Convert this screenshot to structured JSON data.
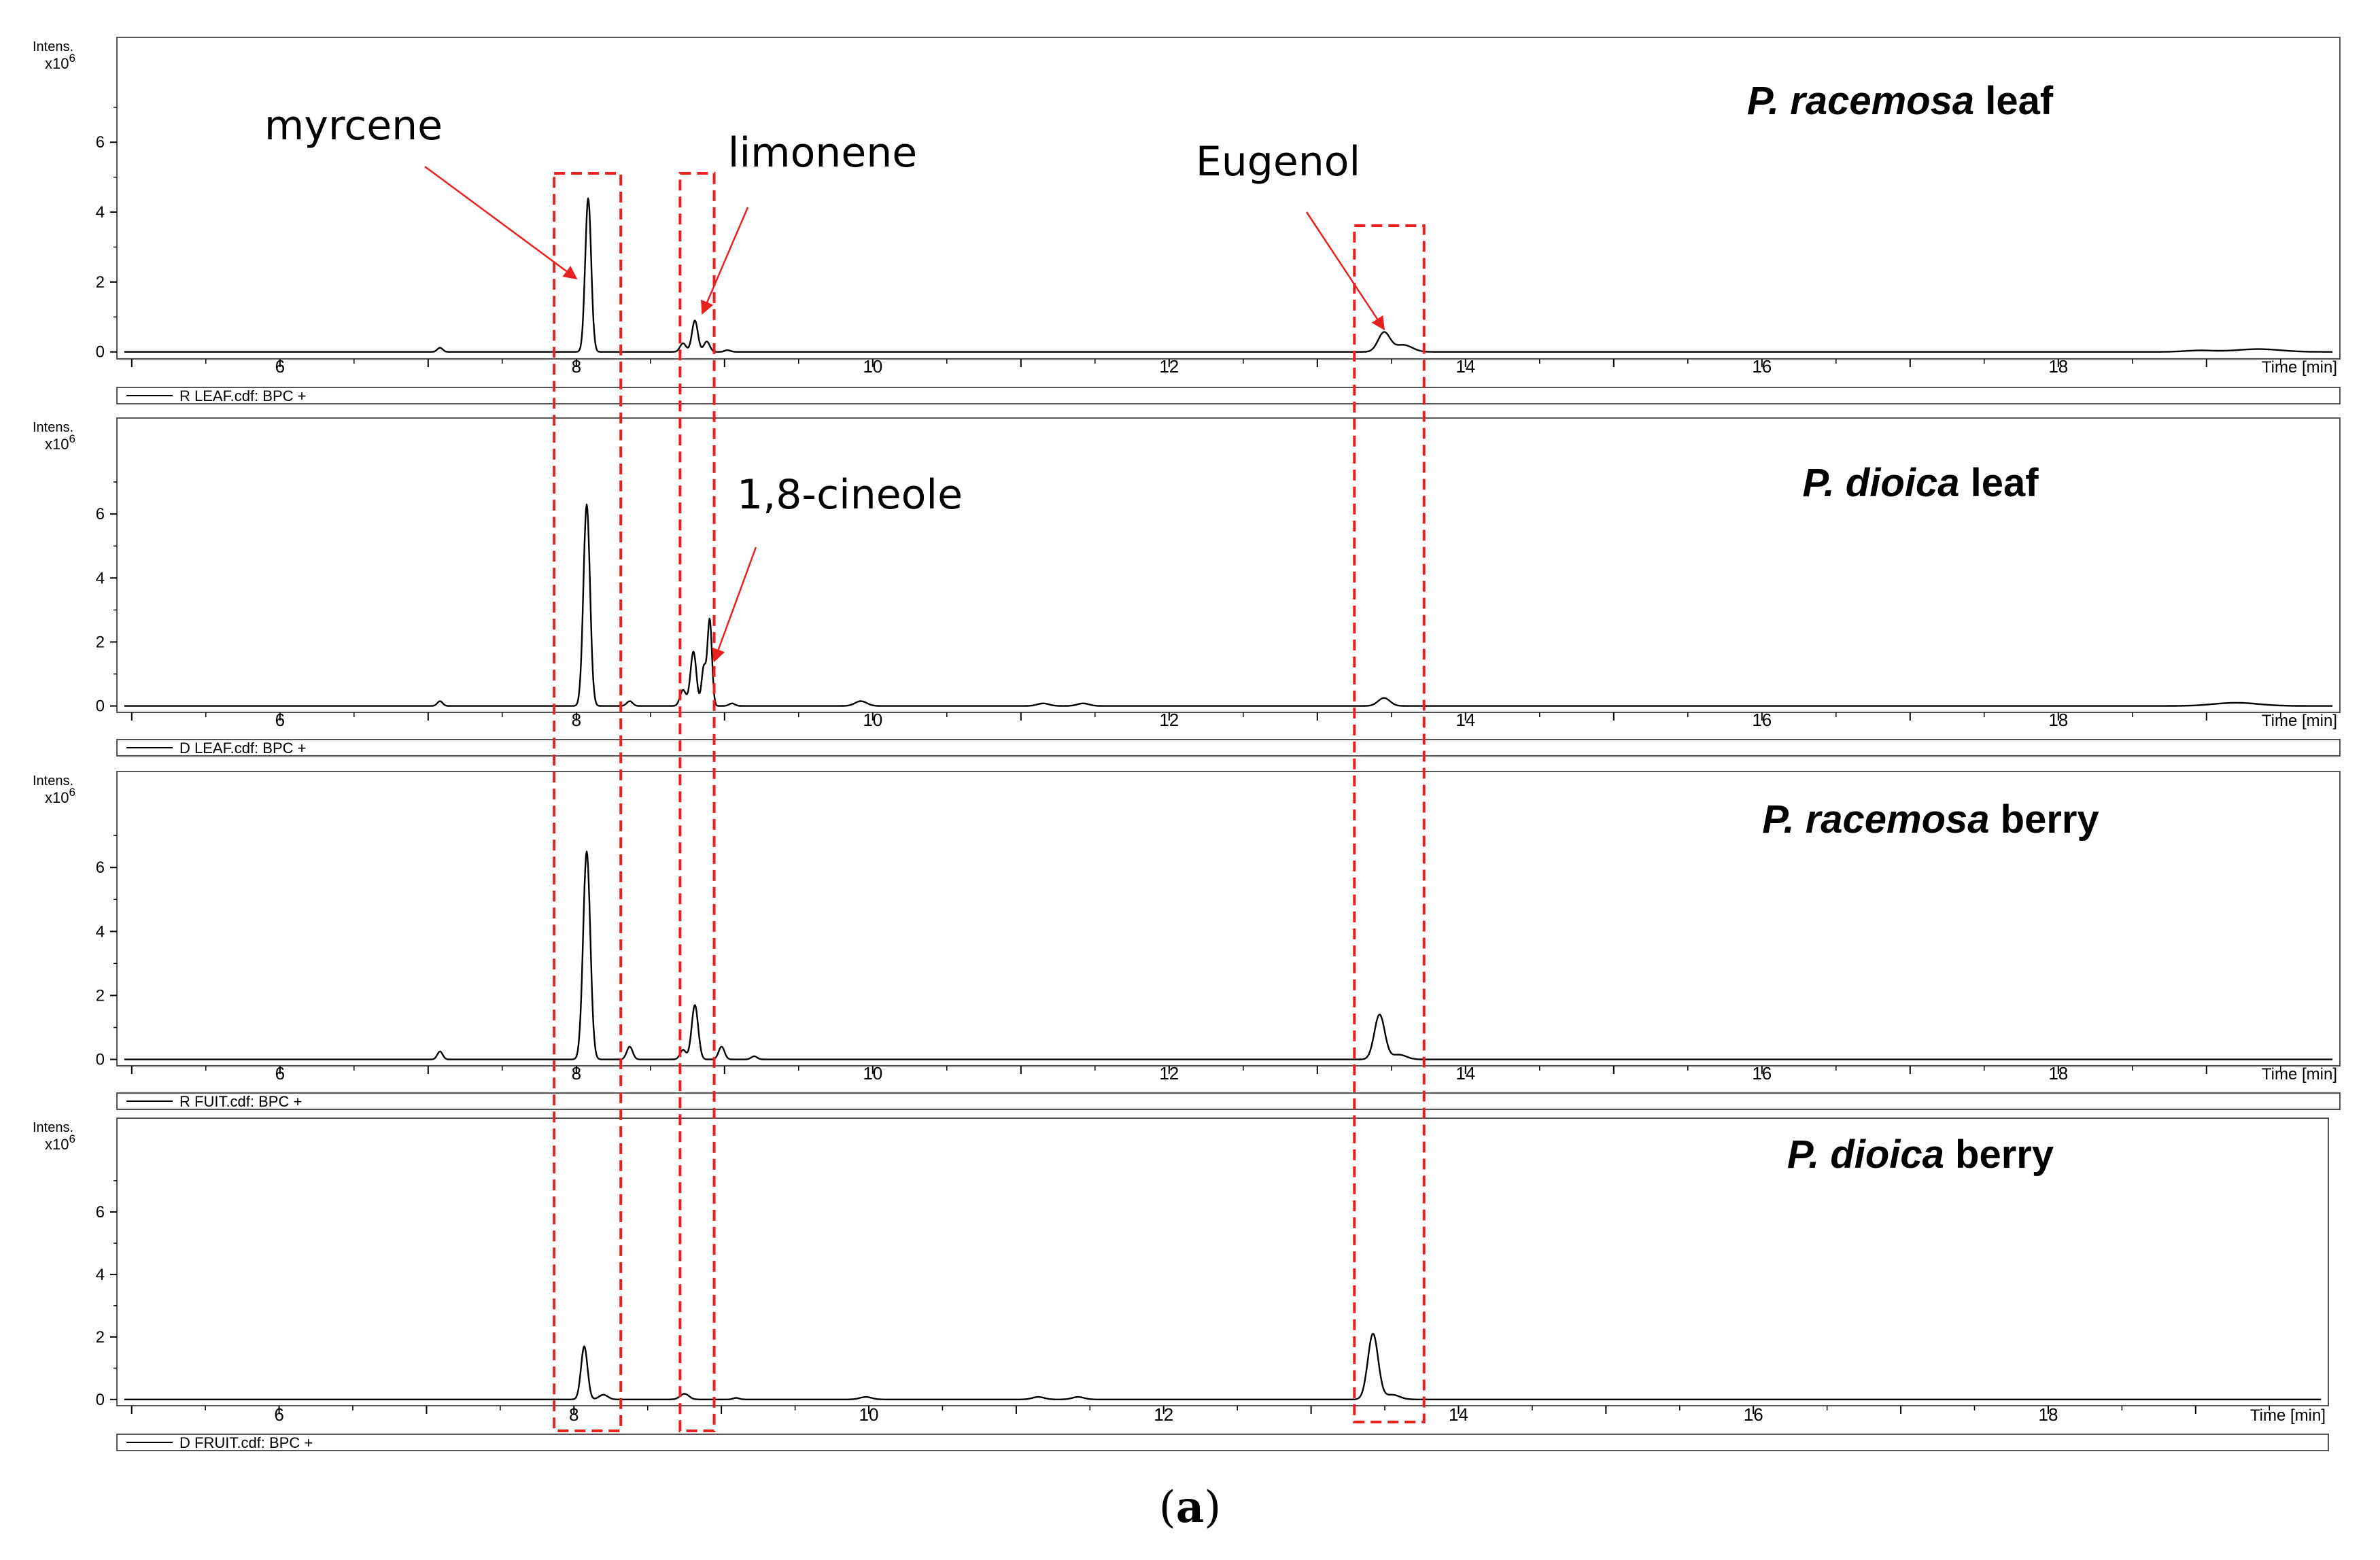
{
  "figure": {
    "caption_open": "(",
    "caption_letter": "a",
    "caption_close": ")"
  },
  "colors": {
    "trace": "#000000",
    "frame": "#555555",
    "annotation": "#e8201f"
  },
  "shared_axes": {
    "ylabel_line1": "Intens.",
    "ylabel_base": "x10",
    "ylabel_exp": "6",
    "xlabel": "Time [min]",
    "xlim": [
      4.9,
      19.9
    ],
    "ylim": [
      -0.2,
      9.0
    ],
    "xticks": [
      6,
      8,
      10,
      12,
      14,
      16,
      18
    ],
    "yticks": [
      0,
      2,
      4,
      6
    ]
  },
  "highlight_regions": [
    {
      "x_range": [
        7.85,
        8.3
      ],
      "label": "myrcene"
    },
    {
      "x_range": [
        8.7,
        8.93
      ],
      "label": "limonene"
    },
    {
      "x_range": [
        13.25,
        13.72
      ],
      "label": "Eugenol"
    }
  ],
  "chart_data": [
    {
      "type": "line",
      "title_italic": "P. racemosa",
      "title_normal": " leaf",
      "legend": "R LEAF.cdf: BPC +",
      "xlabel": "Time [min]",
      "ylabel": "Intens. x10^6",
      "xlim": [
        4.9,
        19.9
      ],
      "ylim": [
        -0.2,
        9.0
      ],
      "peaks": [
        {
          "x": 7.08,
          "y": 0.12,
          "w": 0.018
        },
        {
          "x": 8.08,
          "y": 4.4,
          "w": 0.02
        },
        {
          "x": 8.72,
          "y": 0.25,
          "w": 0.02
        },
        {
          "x": 8.8,
          "y": 0.9,
          "w": 0.02
        },
        {
          "x": 8.88,
          "y": 0.3,
          "w": 0.02
        },
        {
          "x": 9.02,
          "y": 0.05,
          "w": 0.02
        },
        {
          "x": 13.45,
          "y": 0.55,
          "w": 0.04
        },
        {
          "x": 13.58,
          "y": 0.2,
          "w": 0.06
        },
        {
          "x": 18.95,
          "y": 0.04,
          "w": 0.1
        },
        {
          "x": 19.35,
          "y": 0.08,
          "w": 0.15
        }
      ],
      "annotations": [
        {
          "text": "myrcene",
          "x": 8.0,
          "y": 2.1
        },
        {
          "text": "limonene",
          "x": 8.85,
          "y": 1.1
        },
        {
          "text": "Eugenol",
          "x": 13.45,
          "y": 0.65
        }
      ]
    },
    {
      "type": "line",
      "title_italic": "P. dioica",
      "title_normal": " leaf",
      "legend": "D LEAF.cdf: BPC +",
      "xlabel": "Time [min]",
      "ylabel": "Intens. x10^6",
      "xlim": [
        4.9,
        19.9
      ],
      "ylim": [
        -0.2,
        9.0
      ],
      "peaks": [
        {
          "x": 7.08,
          "y": 0.15,
          "w": 0.018
        },
        {
          "x": 8.07,
          "y": 6.3,
          "w": 0.022
        },
        {
          "x": 8.36,
          "y": 0.15,
          "w": 0.02
        },
        {
          "x": 8.72,
          "y": 0.5,
          "w": 0.02
        },
        {
          "x": 8.79,
          "y": 1.7,
          "w": 0.02
        },
        {
          "x": 8.86,
          "y": 1.2,
          "w": 0.015
        },
        {
          "x": 8.9,
          "y": 2.7,
          "w": 0.015
        },
        {
          "x": 9.05,
          "y": 0.08,
          "w": 0.02
        },
        {
          "x": 9.92,
          "y": 0.15,
          "w": 0.04
        },
        {
          "x": 11.15,
          "y": 0.08,
          "w": 0.04
        },
        {
          "x": 11.42,
          "y": 0.08,
          "w": 0.04
        },
        {
          "x": 13.45,
          "y": 0.25,
          "w": 0.04
        },
        {
          "x": 19.2,
          "y": 0.1,
          "w": 0.15
        }
      ],
      "annotations": [
        {
          "text": "1,8-cineole",
          "x": 8.93,
          "y": 1.4
        }
      ]
    },
    {
      "type": "line",
      "title_italic": "P. racemosa",
      "title_normal": " berry",
      "legend": "R FUIT.cdf: BPC +",
      "xlabel": "Time [min]",
      "ylabel": "Intens. x10^6",
      "xlim": [
        4.9,
        19.9
      ],
      "ylim": [
        -0.2,
        9.0
      ],
      "peaks": [
        {
          "x": 7.08,
          "y": 0.25,
          "w": 0.018
        },
        {
          "x": 8.07,
          "y": 6.5,
          "w": 0.024
        },
        {
          "x": 8.36,
          "y": 0.4,
          "w": 0.02
        },
        {
          "x": 8.72,
          "y": 0.3,
          "w": 0.02
        },
        {
          "x": 8.8,
          "y": 1.7,
          "w": 0.022
        },
        {
          "x": 8.98,
          "y": 0.4,
          "w": 0.02
        },
        {
          "x": 9.2,
          "y": 0.1,
          "w": 0.02
        },
        {
          "x": 13.42,
          "y": 1.4,
          "w": 0.035
        },
        {
          "x": 13.55,
          "y": 0.15,
          "w": 0.05
        }
      ],
      "annotations": []
    },
    {
      "type": "line",
      "title_italic": "P. dioica",
      "title_normal": " berry",
      "legend": "D FRUIT.cdf: BPC +",
      "xlabel": "Time [min]",
      "ylabel": "Intens. x10^6",
      "xlim": [
        4.9,
        19.9
      ],
      "ylim": [
        -0.2,
        9.0
      ],
      "peaks": [
        {
          "x": 8.07,
          "y": 1.7,
          "w": 0.022
        },
        {
          "x": 8.2,
          "y": 0.15,
          "w": 0.03
        },
        {
          "x": 8.75,
          "y": 0.18,
          "w": 0.03
        },
        {
          "x": 9.1,
          "y": 0.05,
          "w": 0.02
        },
        {
          "x": 9.98,
          "y": 0.08,
          "w": 0.04
        },
        {
          "x": 11.15,
          "y": 0.08,
          "w": 0.04
        },
        {
          "x": 11.42,
          "y": 0.08,
          "w": 0.04
        },
        {
          "x": 13.42,
          "y": 2.1,
          "w": 0.035
        },
        {
          "x": 13.55,
          "y": 0.15,
          "w": 0.05
        }
      ],
      "annotations": []
    }
  ]
}
